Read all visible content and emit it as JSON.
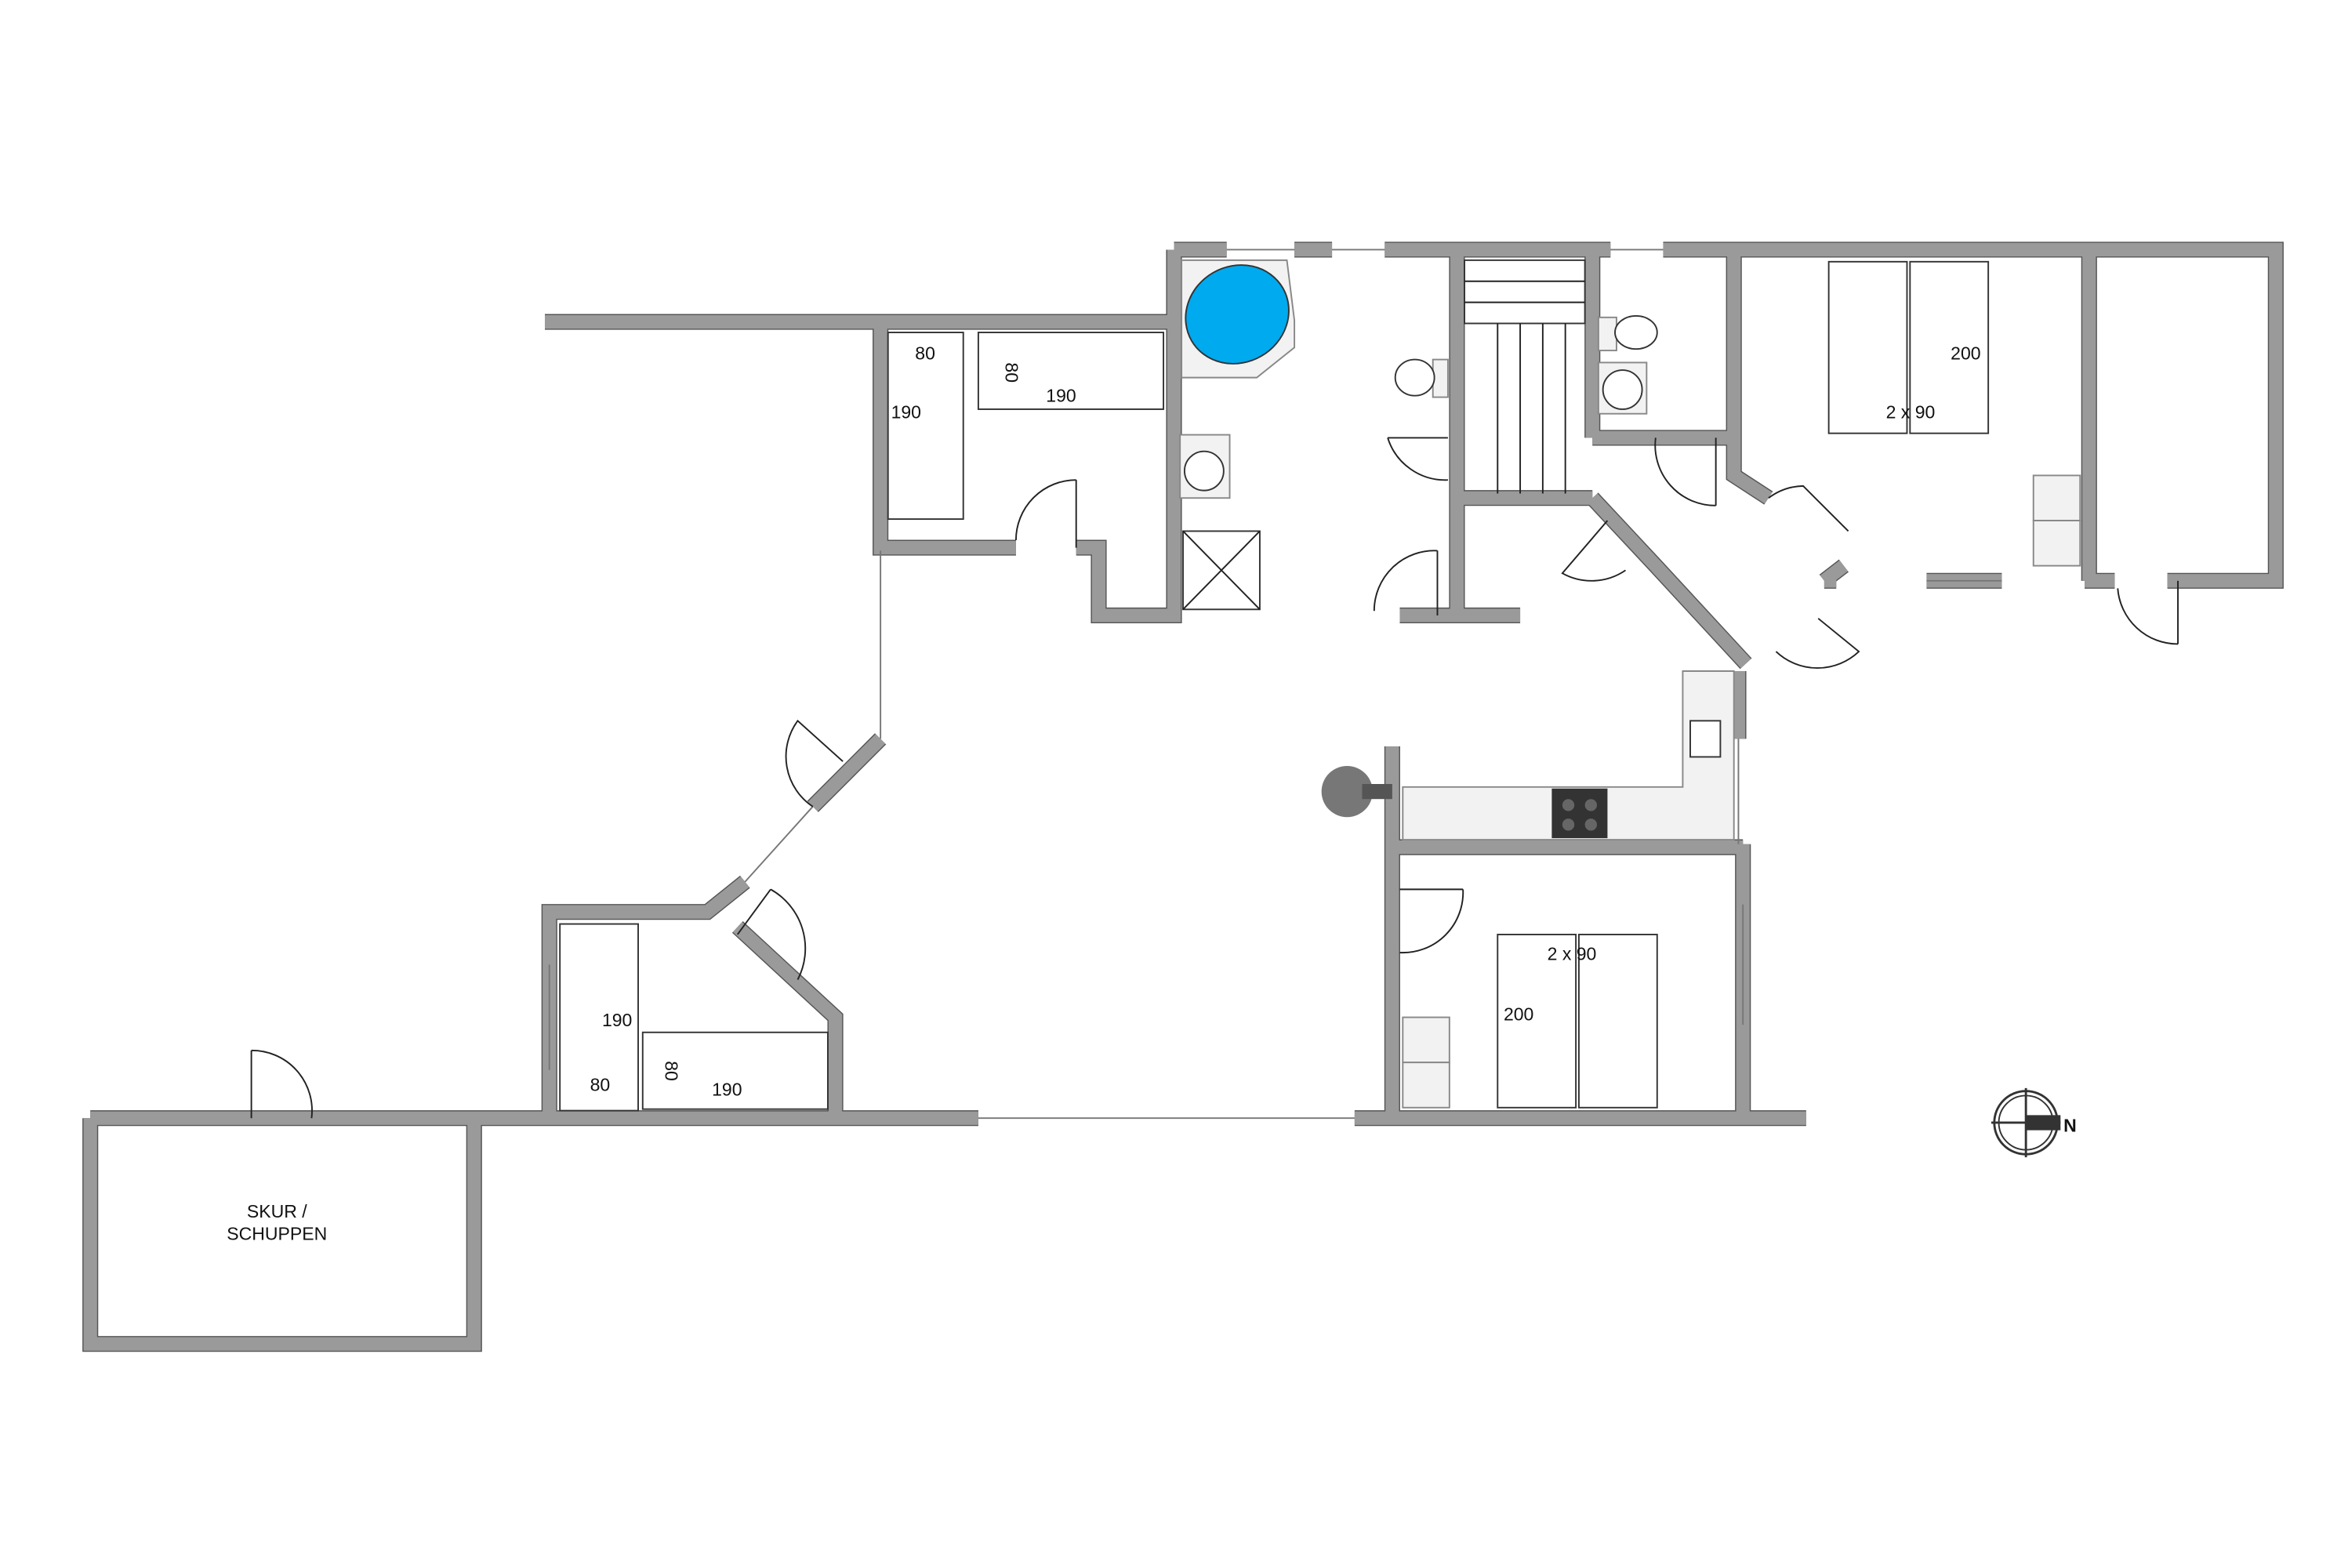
{
  "title": "Floor plan",
  "colors": {
    "wall": "#9a9a9a",
    "bathtub": "#00aaee",
    "background": "#ffffff"
  },
  "rooms": {
    "shed": {
      "label_line1": "SKUR /",
      "label_line2": "SCHUPPEN"
    },
    "bunk_room_top": {
      "bed1_width": "80",
      "bed1_length": "190",
      "bed2_width": "80",
      "bed2_length": "190"
    },
    "bunk_room_bottom": {
      "bed1_width": "80",
      "bed1_length": "190",
      "bed2_width": "80",
      "bed2_length": "190"
    },
    "bedroom_top_right": {
      "bed_size": "2 x 90",
      "bed_length": "200"
    },
    "bedroom_bottom": {
      "bed_size": "2 x 90",
      "bed_length": "200"
    }
  },
  "compass": {
    "label": "N"
  }
}
